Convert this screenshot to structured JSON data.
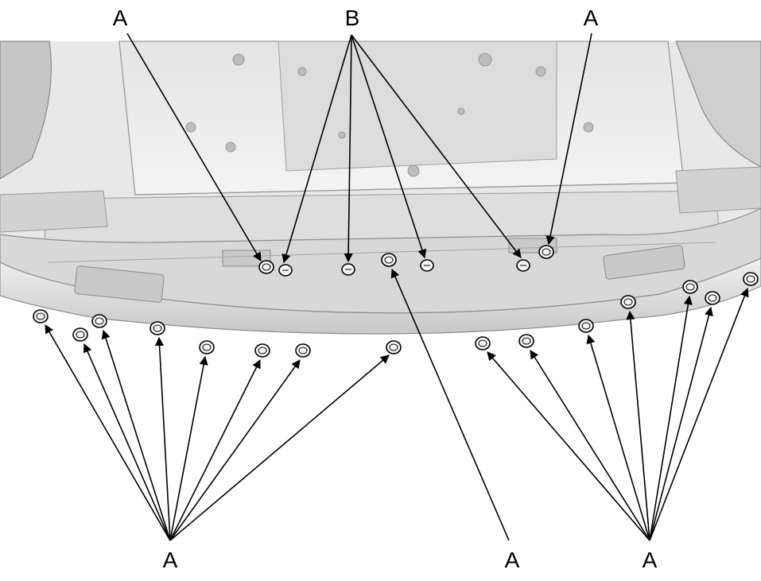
{
  "diagram": {
    "colors": {
      "background": "#ffffff",
      "body_light": "#f2f2f2",
      "body_mid": "#d9d9d9",
      "body_shade": "#b8b8b8",
      "line": "#000000"
    },
    "labels": {
      "top_left": "A",
      "top_center": "B",
      "top_right": "A",
      "bottom_left": "A",
      "bottom_center": "A",
      "bottom_right": "A"
    },
    "components": [
      {
        "code": "A",
        "icon": "clip-icon"
      },
      {
        "code": "B",
        "icon": "screw-icon"
      }
    ]
  }
}
